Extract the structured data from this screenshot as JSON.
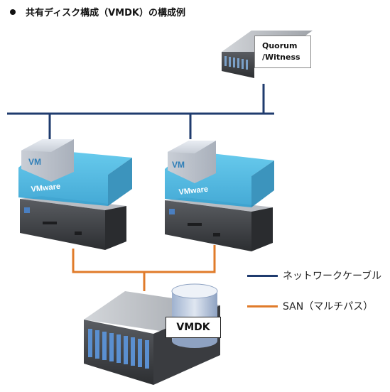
{
  "title": "共有ディスク構成（VMDK）の構成例",
  "quorum": {
    "line1": "Quorum",
    "line2": "/Witness"
  },
  "vm_label": "VM",
  "vmware_label": "VMware",
  "vmdk_label": "VMDK",
  "legend": [
    {
      "label": "ネットワークケーブル",
      "color": "#1f3b6e"
    },
    {
      "label": "SAN（マルチパス）",
      "color": "#e07b2a"
    }
  ],
  "colors": {
    "network": "#1f3b6e",
    "san": "#e07b2a",
    "vmware": "#3fb4dd"
  }
}
